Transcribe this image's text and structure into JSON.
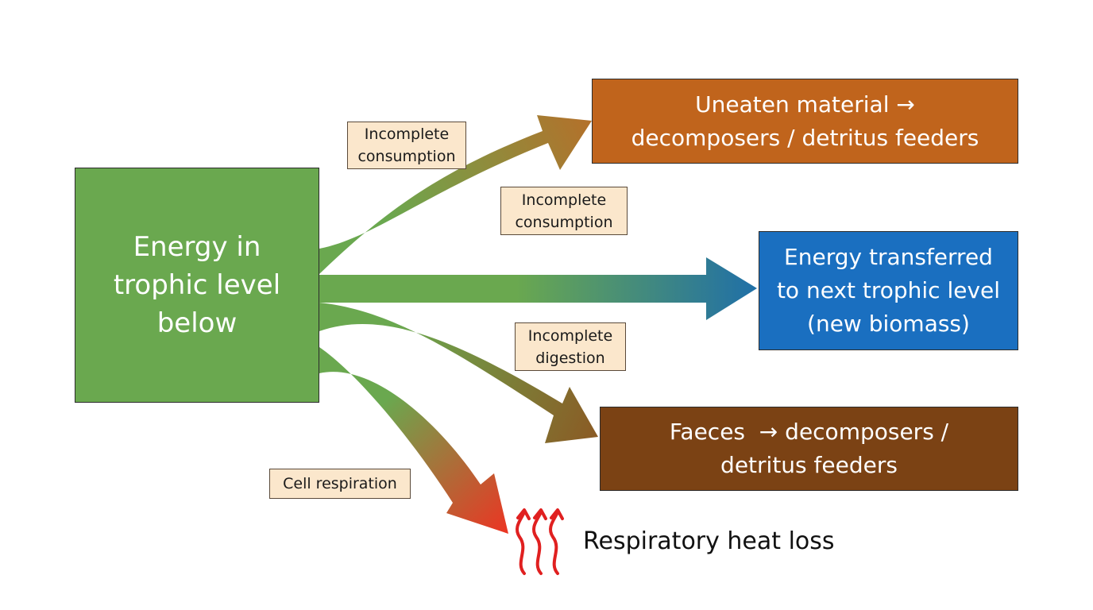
{
  "source": {
    "lines": [
      "Energy in",
      "trophic level",
      "below"
    ],
    "color": "#6aa84f"
  },
  "destinations": {
    "uneaten": {
      "lines": [
        "Uneaten material →",
        "decomposers / detritus feeders"
      ],
      "color": "#c0641c"
    },
    "next_level": {
      "lines": [
        "Energy transferred",
        "to next trophic level",
        "(new biomass)"
      ],
      "color": "#1a6fc0"
    },
    "faeces": {
      "lines": [
        "Faeces  → decomposers /",
        "detritus feeders"
      ],
      "color": "#7b4214"
    }
  },
  "labels": {
    "consumption_1": [
      "Incomplete",
      "consumption"
    ],
    "consumption_2": [
      "Incomplete",
      "consumption"
    ],
    "digestion": [
      "Incomplete",
      "digestion"
    ],
    "respiration": [
      "Cell respiration"
    ]
  },
  "heat_loss": {
    "text": "Respiratory heat loss",
    "color": "#e02020"
  },
  "arrow_colors": {
    "start": "#6aa84f",
    "uneaten_end": "#b4702a",
    "next_end": "#1f6fa8",
    "faeces_end": "#8b5a24",
    "heat_end": "#ee3322"
  }
}
